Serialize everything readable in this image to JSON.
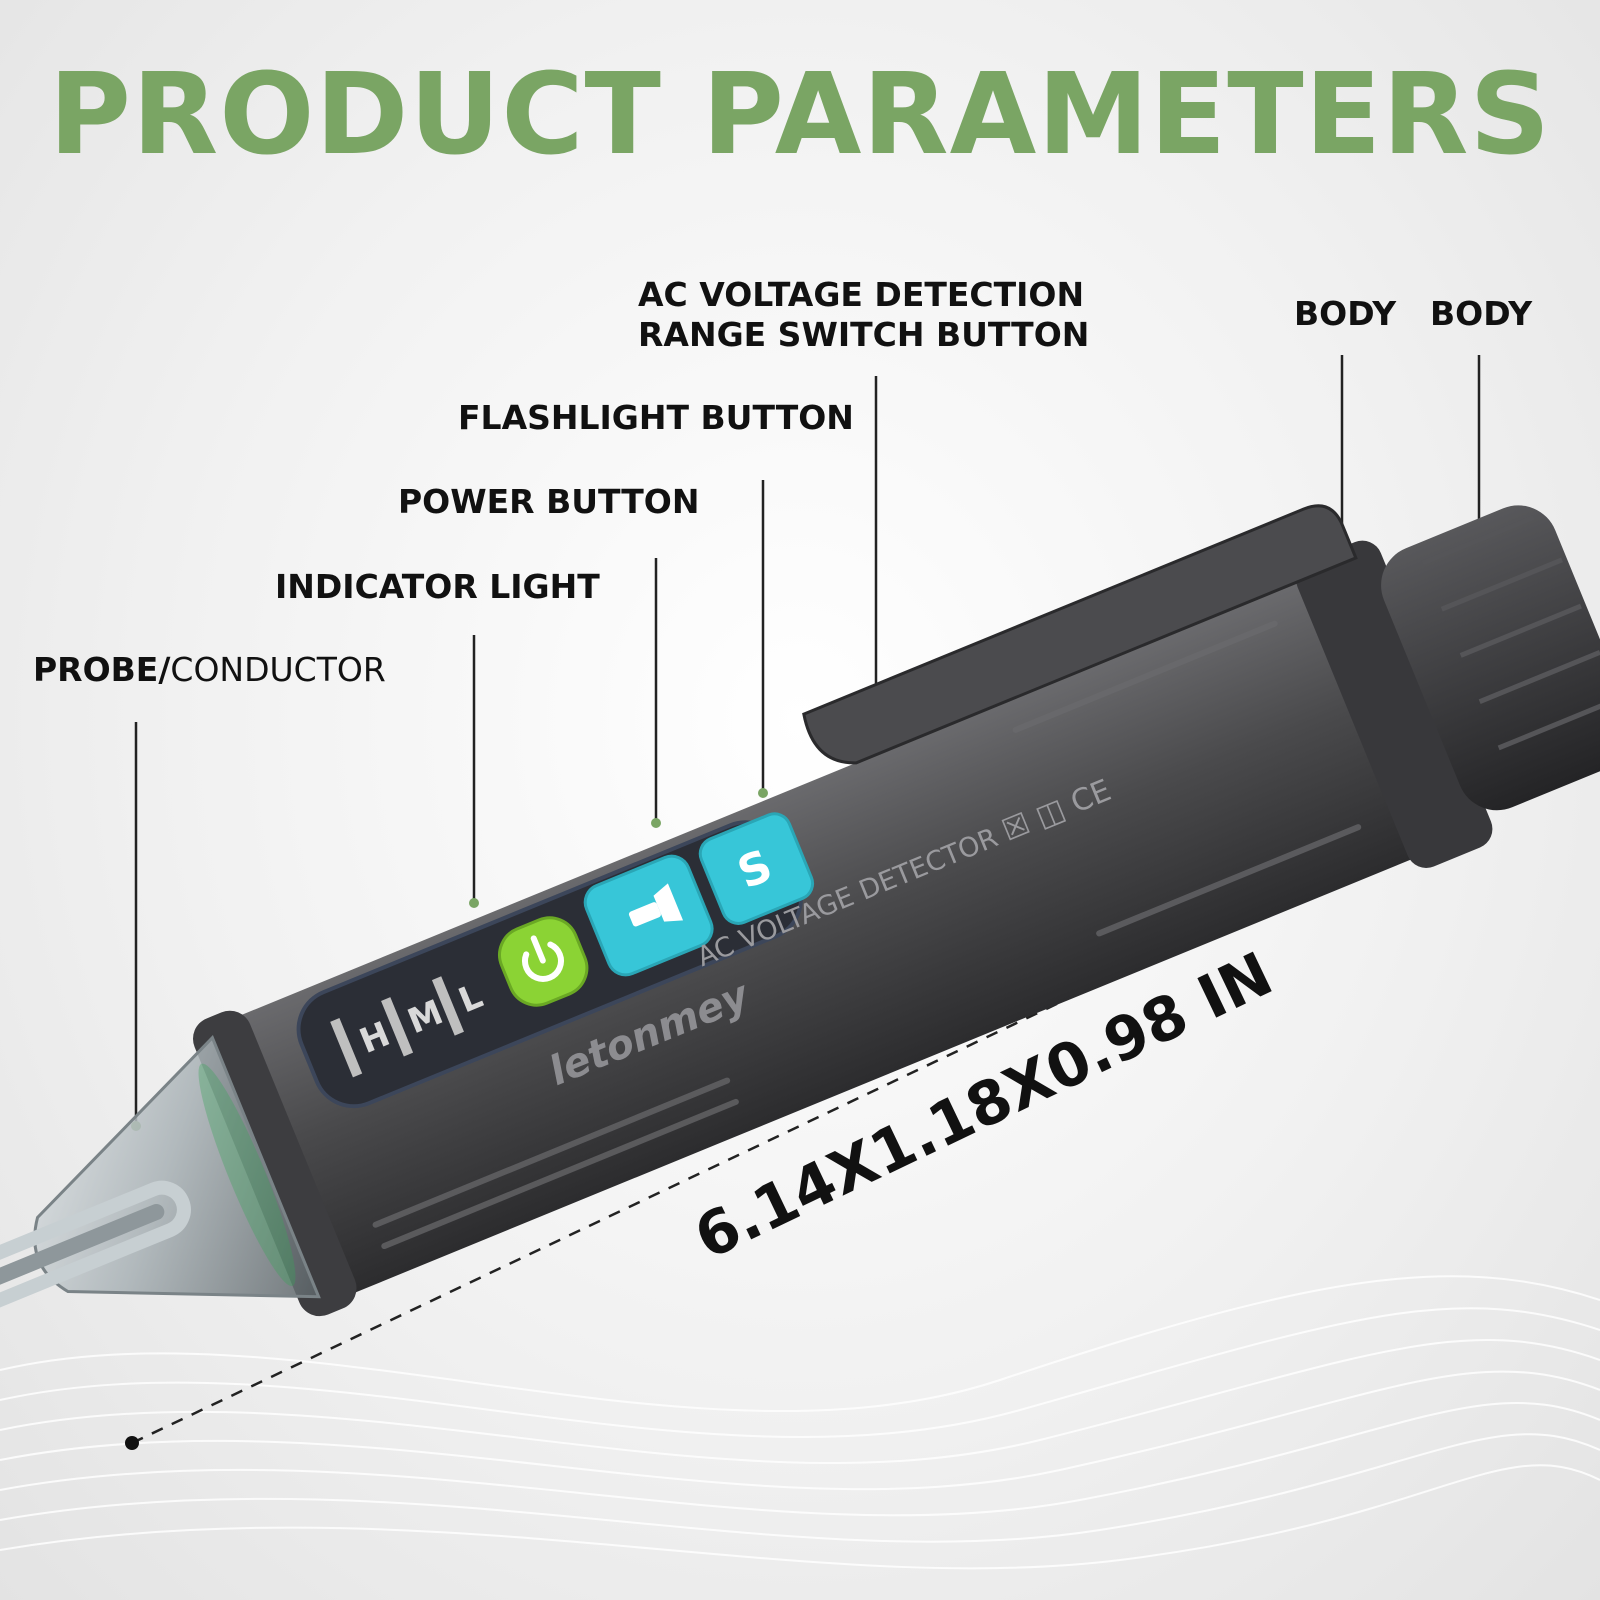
{
  "title": "PRODUCT PARAMETERS",
  "colors": {
    "title_green": "#7aa564",
    "tip_dot_green": "#7aa564",
    "body_gray": "#4a4a4c",
    "cap_gray": "#2f2f31",
    "power_button_green": "#8bd334",
    "cyan_button": "#37c6d8",
    "label_black": "#111111"
  },
  "callouts": {
    "probe": {
      "bold": "PROBE/",
      "normal": "CONDUCTOR"
    },
    "indicator": "INDICATOR LIGHT",
    "power": "POWER BUTTON",
    "flashlight": "FLASHLIGHT BUTTON",
    "range_line1": "AC VOLTAGE DETECTION",
    "range_line2": "RANGE SWITCH BUTTON",
    "body1": "BODY",
    "body2": "BODY"
  },
  "device": {
    "brand": "letonmey",
    "model_text": "AC VOLTAGE DETECTOR",
    "cert_marks": "☒ ◫ CE",
    "indicator_letters": [
      "H",
      "M",
      "L"
    ],
    "range_button_letter": "S",
    "icons": [
      "power-icon",
      "flashlight-icon"
    ]
  },
  "dimension": "6.14X1.18X0.98 IN"
}
